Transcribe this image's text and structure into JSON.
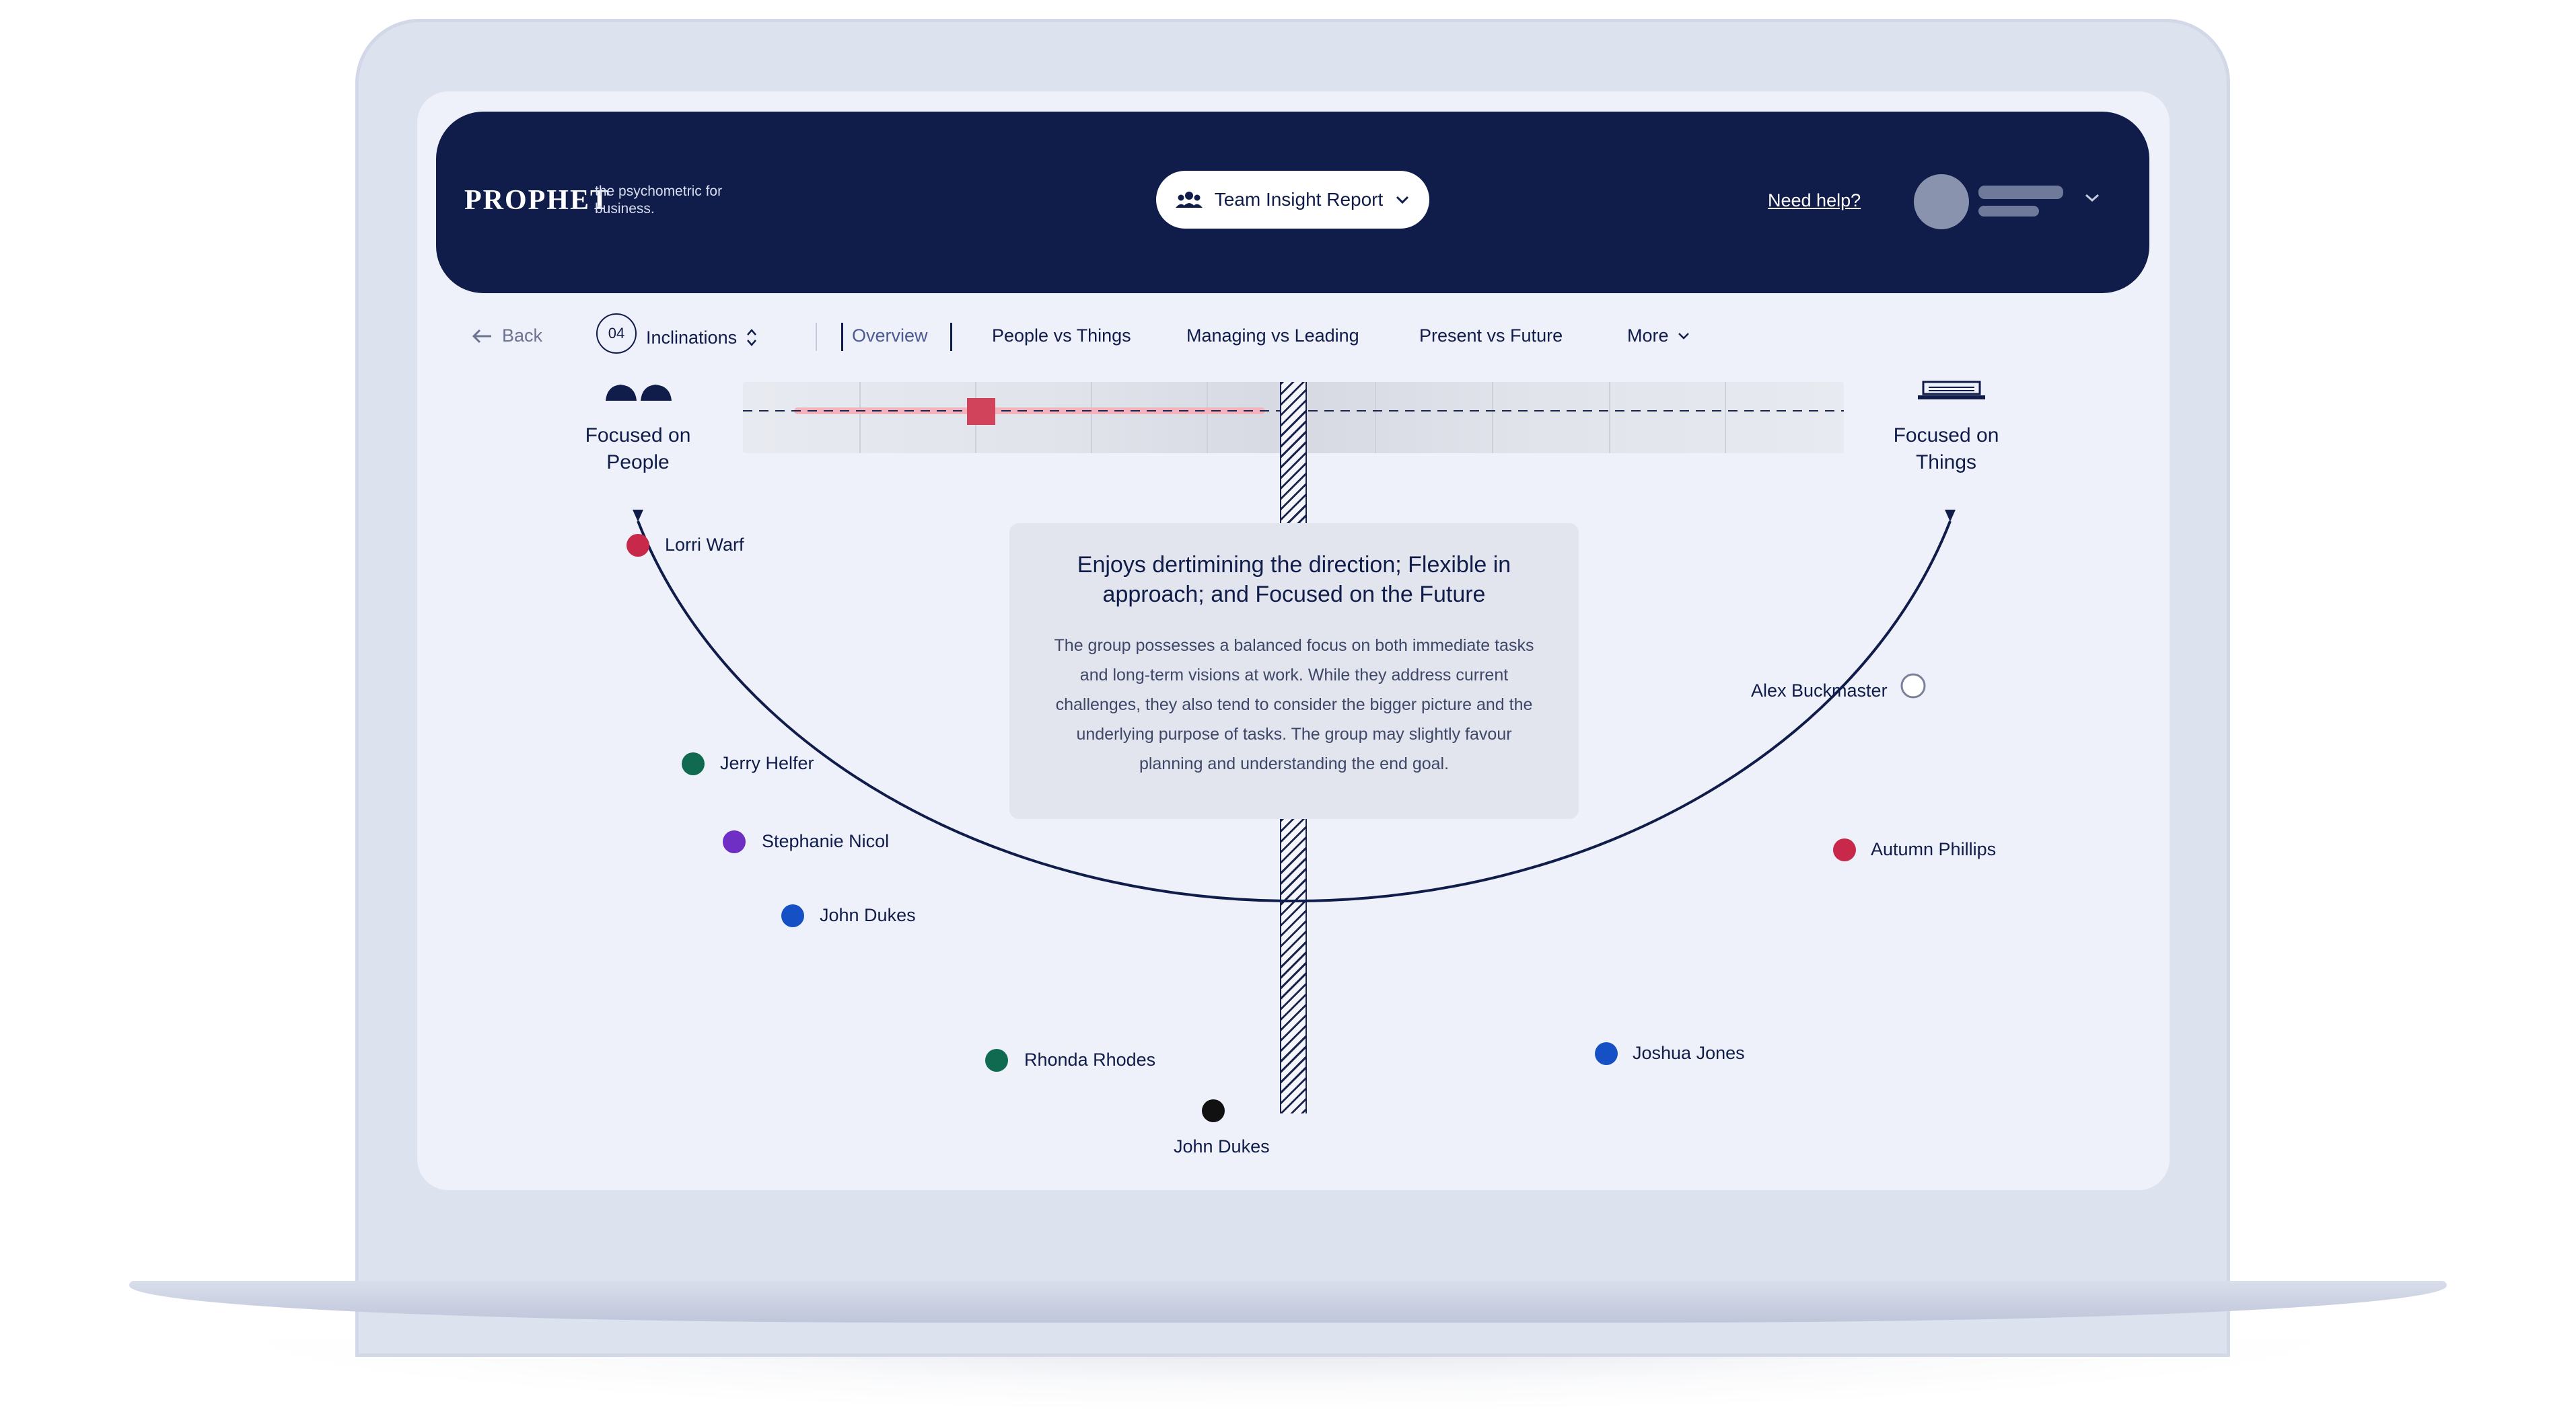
{
  "brand": {
    "logo": "PROPHET",
    "tagline": "the psychometric for business."
  },
  "header": {
    "report_label": "Team Insight Report",
    "help_label": "Need help?"
  },
  "nav": {
    "back_label": "Back",
    "section_number": "04",
    "section_label": "Inclinations",
    "tabs": [
      "Overview",
      "People vs Things",
      "Managing vs Leading",
      "Present vs Future"
    ],
    "more_label": "More",
    "active_tab": "Overview"
  },
  "chart": {
    "left_label": "Focused on People",
    "right_label": "Focused on Things",
    "info_title": "Enjoys dertimining the direction; Flexible in approach; and Focused on the Future",
    "info_body": "The group possesses a balanced focus on both immediate tasks and long-term visions at work. While they address current challenges, they also tend to consider the bigger picture and the underlying purpose of tasks. The group may slightly favour planning and understanding the end goal.",
    "people": [
      {
        "name": "Lorri Warf",
        "color": "#c8294a"
      },
      {
        "name": "Jerry Helfer",
        "color": "#0f6a4f"
      },
      {
        "name": "Stephanie Nicol",
        "color": "#6f2fc4"
      },
      {
        "name": "John Dukes",
        "color": "#1550c4"
      },
      {
        "name": "Rhonda Rhodes",
        "color": "#0f6a4f"
      },
      {
        "name": "John Dukes",
        "color": "#111111"
      },
      {
        "name": "Joshua Jones",
        "color": "#1550c4"
      },
      {
        "name": "Autumn Phillips",
        "color": "#c8294a"
      },
      {
        "name": "Alex Buckmaster",
        "color": "#ffffff"
      }
    ]
  },
  "colors": {
    "navy": "#101c4a",
    "accent_red": "#d0435a",
    "screen_bg": "#eef1fa"
  }
}
